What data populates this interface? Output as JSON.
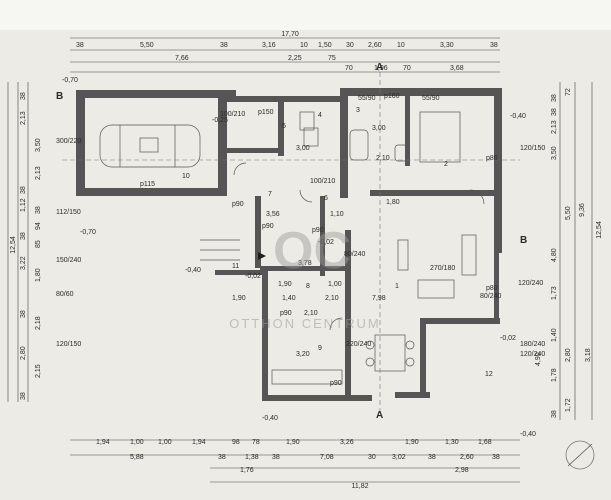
{
  "top_dims": {
    "overall": "17,70",
    "row1": [
      "38",
      "5,50",
      "38",
      "3,16",
      "10",
      "1,50",
      "30",
      "2,60",
      "10",
      "3,30",
      "38"
    ],
    "row2": [
      "7,66",
      "2,25",
      "75",
      "70",
      "1,96",
      "70",
      "3,68"
    ]
  },
  "bottom_dims": {
    "row1": [
      "1,94",
      "1,00",
      "1,00",
      "1,94",
      "98",
      "78",
      "1,90",
      "3,26",
      "1,90",
      "1,30",
      "1,68"
    ],
    "row2": [
      "5,88",
      "38",
      "1,38",
      "38",
      "7,08",
      "30",
      "3,02",
      "38",
      "2,60",
      "38"
    ],
    "row3": [
      "1,76",
      "2,98"
    ],
    "overall": "11,82"
  },
  "left_dims": {
    "outer": [
      "38",
      "2,13",
      "3,50",
      "2,13",
      "38",
      "1,12",
      "38",
      "94",
      "38",
      "85",
      "1,80",
      "3,22",
      "38",
      "2,18",
      "2,80",
      "2,15",
      "38"
    ],
    "overall": "12,54"
  },
  "right_dims": {
    "outer": [
      "38",
      "72",
      "38",
      "2,13",
      "3,50",
      "5,50",
      "4,80",
      "1,73",
      "1,40",
      "2,80",
      "1,78",
      "1,72",
      "38"
    ],
    "overall_a": "9,36",
    "overall_b": "12,54",
    "extra": [
      "3,18",
      "4,90"
    ]
  },
  "section_marks": {
    "A_top": "A",
    "A_bottom": "A",
    "B_left": "B",
    "B_right": "B"
  },
  "rooms": [
    {
      "id": "10",
      "label": "10"
    },
    {
      "id": "2",
      "label": "2"
    },
    {
      "id": "1",
      "label": "1"
    },
    {
      "id": "11",
      "label": "11"
    },
    {
      "id": "12",
      "label": "12"
    },
    {
      "id": "3",
      "label": "3"
    },
    {
      "id": "5",
      "label": "5"
    },
    {
      "id": "6",
      "label": "6"
    },
    {
      "id": "7",
      "label": "7"
    },
    {
      "id": "8",
      "label": "8"
    },
    {
      "id": "9",
      "label": "9"
    },
    {
      "id": "4",
      "label": "4"
    }
  ],
  "openings": [
    "300/220",
    "100/210",
    "p150",
    "55/90",
    "55/90",
    "p160",
    "120/150",
    "p115",
    "p90",
    "3,56",
    "100/210",
    "p90",
    "1,10",
    "p90",
    "80/240",
    "1,90",
    "1,00",
    "1,40",
    "2,10",
    "p90",
    "120/240",
    "270/180",
    "80/240",
    "150/240",
    "112/150",
    "120/150",
    "80/60",
    "220/240",
    "3,20",
    "3,00",
    "1,80",
    "2,10",
    "3,00",
    "p90",
    "p80",
    "p80",
    "1,90",
    "3,78",
    "7,98",
    "120/240",
    "180/240",
    "2,10"
  ],
  "levels": [
    "-0,70",
    "-0,25",
    "-0,70",
    "-0,02",
    "-0,40",
    "-0,40",
    "-0,02",
    "-0,40",
    "-0,40",
    "-0,02"
  ],
  "watermark": {
    "mark": "OC",
    "name": "OTTHON CENTRUM"
  }
}
